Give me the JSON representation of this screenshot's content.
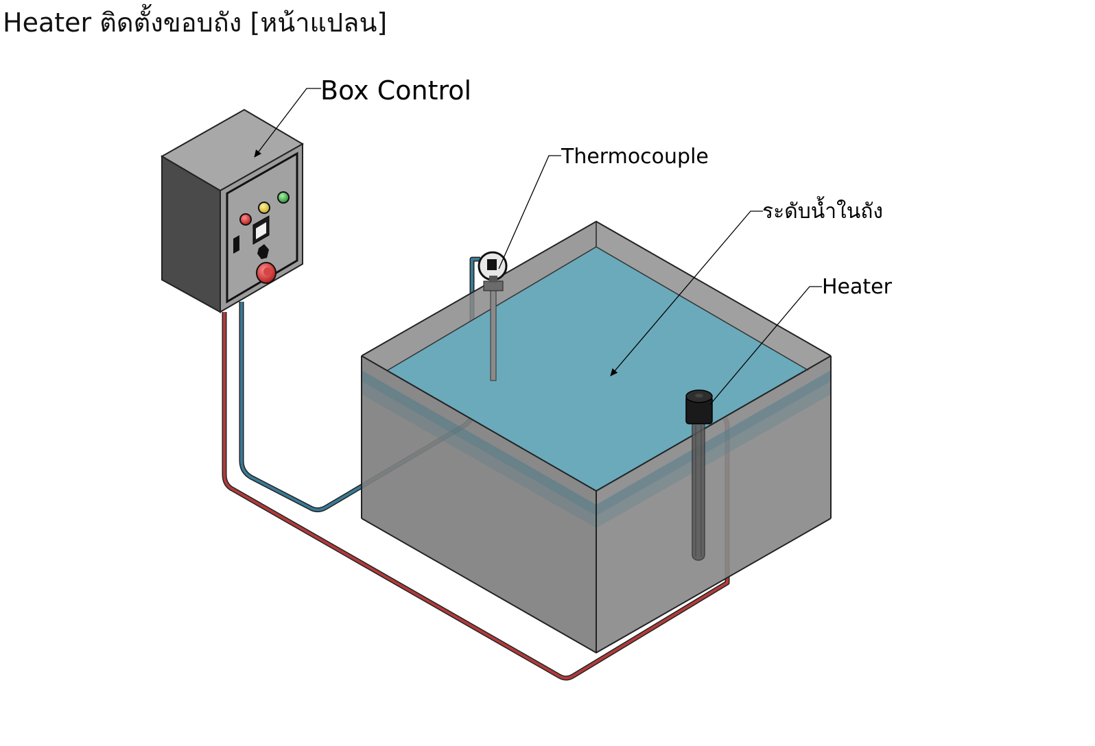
{
  "title": "Heater ติดตั้งขอบถัง [หน้าแปลน]",
  "labels": {
    "box_control": "Box Control",
    "thermocouple": "Thermocouple",
    "water_level": "ระดับน้ำในถัง",
    "heater": "Heater"
  },
  "colors": {
    "water": "#6aaabb",
    "tank_glass": "#7d7d7d",
    "box_body": "#9c9c9c",
    "box_dark": "#4a4a4a",
    "cable_red": "#b23a3a",
    "cable_blue": "#3a7a95"
  }
}
